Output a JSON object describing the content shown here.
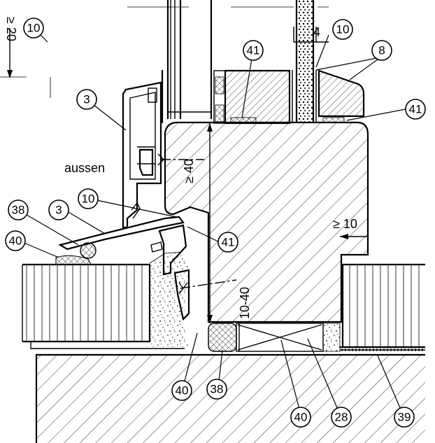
{
  "labels": {
    "outside": "aussen",
    "dim_min_20": "≥ 20",
    "dim_min_40": "≥ 40",
    "dim_min_10": "≥ 10",
    "dim_gap": "10-40",
    "dim_glass_gap": "4"
  },
  "callouts": [
    {
      "id": "c10a",
      "text": "10"
    },
    {
      "id": "c10b",
      "text": "10"
    },
    {
      "id": "c41a",
      "text": "41"
    },
    {
      "id": "c8",
      "text": "8"
    },
    {
      "id": "c3a",
      "text": "3"
    },
    {
      "id": "c41b",
      "text": "41"
    },
    {
      "id": "c10c",
      "text": "10"
    },
    {
      "id": "c38a",
      "text": "38"
    },
    {
      "id": "c3b",
      "text": "3"
    },
    {
      "id": "c40a",
      "text": "40"
    },
    {
      "id": "c41c",
      "text": "41"
    },
    {
      "id": "c40b",
      "text": "40"
    },
    {
      "id": "c38b",
      "text": "38"
    },
    {
      "id": "c40c",
      "text": "40"
    },
    {
      "id": "c28",
      "text": "28"
    },
    {
      "id": "c39",
      "text": "39"
    }
  ]
}
